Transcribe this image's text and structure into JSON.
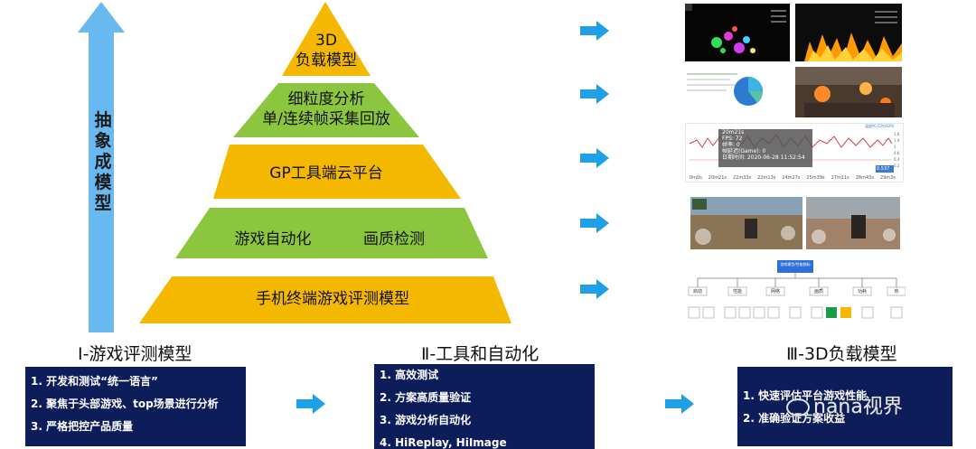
{
  "vertical_label": [
    "抽",
    "象",
    "成",
    "模",
    "型"
  ],
  "pyramid": {
    "level1": {
      "line1": "3D",
      "line2": "负载模型"
    },
    "level2": {
      "line1": "细粒度分析",
      "line2": "单/连续帧采集回放"
    },
    "level3": {
      "text": "GP工具端云平台"
    },
    "level4": {
      "left": "游戏自动化",
      "right": "画质检测"
    },
    "level5": {
      "text": "手机终端游戏评测模型"
    }
  },
  "colors": {
    "gold": "#f5b800",
    "green": "#8cc63e",
    "arrow": "#1e9fe8",
    "navy": "#0d1d5a",
    "vertical_arrow": "#6ab8f0"
  },
  "thumbnails": {
    "fps_chart": {
      "time": "20m21s",
      "fps": "FPS: 72",
      "l1": "帧率: 0",
      "l2": "帧延迟(Game): 0",
      "date": "日期时间: 2020-06-28 11:52:54",
      "ticks": [
        "0m0s",
        "20m21s",
        "22m33s",
        "22m13s",
        "24m27s",
        "25m39s",
        "27m11s",
        "28m43s",
        "29m3s"
      ],
      "y_ticks": [
        "1.8",
        "1.4",
        "1",
        "0.6",
        "0.4",
        "0.2"
      ],
      "legend": "温度PC/CPU/GPU",
      "value_badge": "0.537"
    },
    "tree_root": "游戏模型/性能指标",
    "tree_nodes": [
      "启动",
      "性能",
      "网络",
      "画质",
      "功耗",
      "热"
    ]
  },
  "bottom": {
    "section1": {
      "title": "Ⅰ-游戏评测模型",
      "items": [
        "1. 开发和测试“统一语言”",
        "2. 聚焦于头部游戏、top场景进行分析",
        "3. 严格把控产品质量"
      ]
    },
    "section2": {
      "title": "Ⅱ-工具和自动化",
      "items": [
        "1. 高效测试",
        "2. 方案高质量验证",
        "3. 游戏分析自动化",
        "4. HiReplay, HiImage"
      ]
    },
    "section3": {
      "title": "Ⅲ-3D负载模型",
      "items": [
        "1. 快速评估平台游戏性能",
        "2. 准确验证方案收益"
      ]
    }
  },
  "watermark": "nana视界"
}
